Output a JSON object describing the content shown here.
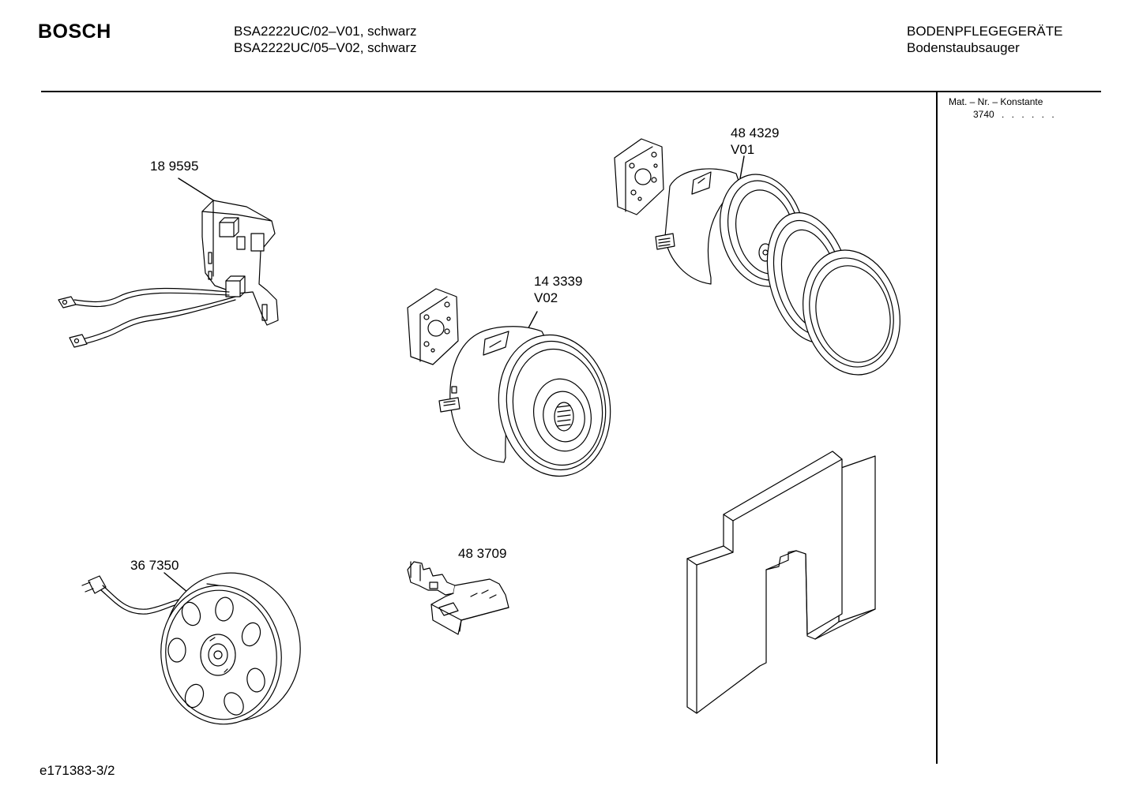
{
  "header": {
    "brand": "BOSCH",
    "models": [
      "BSA2222UC/02–V01, schwarz",
      "BSA2222UC/05–V02, schwarz"
    ],
    "category": "BODENPFLEGEGERÄTE",
    "subcategory": "Bodenstaubsauger"
  },
  "sidebar": {
    "material_label": "Mat. – Nr. – Konstante",
    "material_value": "3740",
    "material_dots": ". .   . . . ."
  },
  "parts": [
    {
      "number": "18 9595",
      "variant": ""
    },
    {
      "number": "48 4329",
      "variant": "V01"
    },
    {
      "number": "14 3339",
      "variant": "V02"
    },
    {
      "number": "36 7350",
      "variant": ""
    },
    {
      "number": "48 3709",
      "variant": ""
    }
  ],
  "footer": {
    "doc_ref": "e171383-3/2"
  }
}
